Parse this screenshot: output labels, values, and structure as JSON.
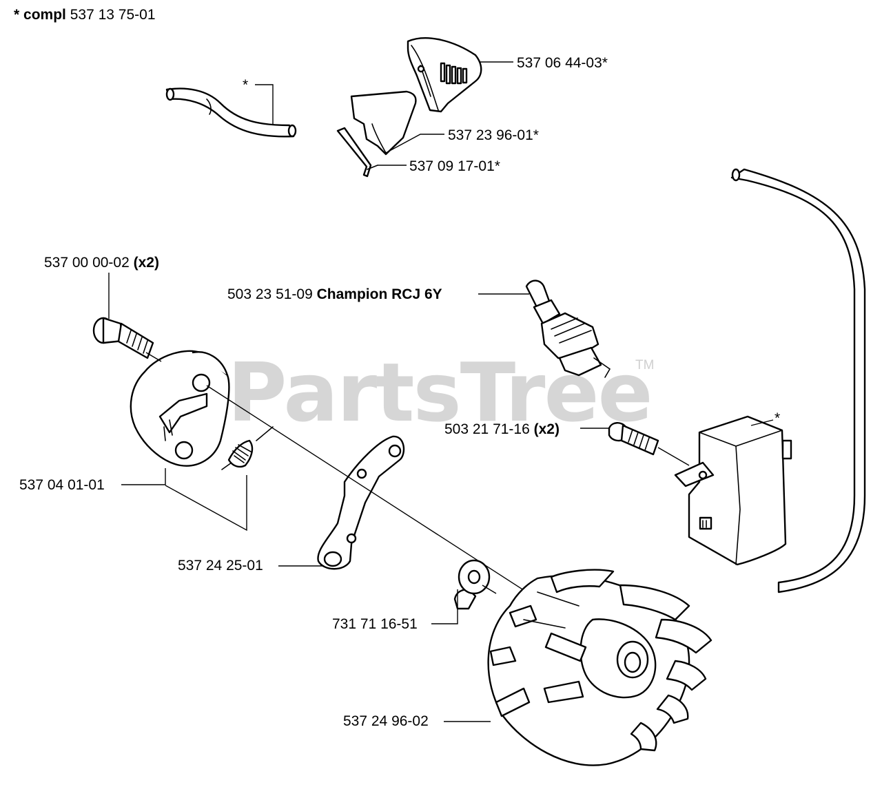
{
  "header": {
    "asterisk": "*",
    "compl_word": "compl",
    "compl_number": "537 13 75-01"
  },
  "watermark": {
    "brand": "PartsTree",
    "trademark": "TM"
  },
  "callouts": {
    "cover_plate": "537 06 44-03*",
    "shield": "537 23 96-01*",
    "wire_clip": "537 09 17-01*",
    "hose_asterisk": "*",
    "clutch_pin_number": "537 00 00-02",
    "clutch_pin_qty": "(x2)",
    "spark_plug_number": "503 23 51-09",
    "spark_plug_name": "Champion RCJ 6Y",
    "coil_screw_number": "503 21 71-16",
    "coil_screw_qty": "(x2)",
    "ignition_asterisk": "*",
    "clutch_shoe": "537 04 01-01",
    "clutch_link": "537 24 25-01",
    "washer": "731 71 16-51",
    "flywheel": "537 24 96-02"
  }
}
